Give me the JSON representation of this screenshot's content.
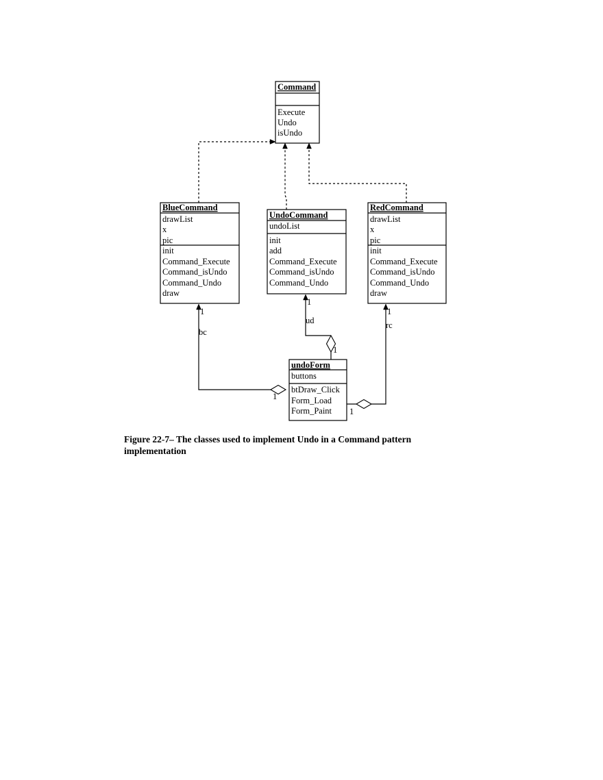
{
  "classes": {
    "command": {
      "name": "Command",
      "attributes": [],
      "methods": [
        "Execute",
        "Undo",
        "isUndo"
      ]
    },
    "blue_command": {
      "name": "BlueCommand",
      "attributes": [
        "drawList",
        "x",
        "pic"
      ],
      "methods": [
        "init",
        "Command_Execute",
        "Command_isUndo",
        "Command_Undo",
        "draw"
      ]
    },
    "undo_command": {
      "name": "UndoCommand",
      "attributes": [
        "undoList"
      ],
      "methods": [
        "init",
        "add",
        "Command_Execute",
        "Command_isUndo",
        "Command_Undo"
      ]
    },
    "red_command": {
      "name": "RedCommand",
      "attributes": [
        "drawList",
        "x",
        "pic"
      ],
      "methods": [
        "init",
        "Command_Execute",
        "Command_isUndo",
        "Command_Undo",
        "draw"
      ]
    },
    "undo_form": {
      "name": "undoForm",
      "attributes": [
        "buttons"
      ],
      "methods": [
        "btDraw_Click",
        "Form_Load",
        "Form_Paint"
      ]
    }
  },
  "relationships": {
    "realizations": [
      {
        "from": "BlueCommand",
        "to": "Command"
      },
      {
        "from": "UndoCommand",
        "to": "Command"
      },
      {
        "from": "RedCommand",
        "to": "Command"
      }
    ],
    "associations": [
      {
        "from": "undoForm",
        "to": "BlueCommand",
        "role": "bc",
        "target_multiplicity": "1",
        "source_multiplicity": "1"
      },
      {
        "from": "undoForm",
        "to": "UndoCommand",
        "role": "ud",
        "target_multiplicity": "1",
        "source_multiplicity": "1"
      },
      {
        "from": "undoForm",
        "to": "RedCommand",
        "role": "rc",
        "target_multiplicity": "1",
        "source_multiplicity": "1"
      }
    ]
  },
  "caption": {
    "line1": "Figure 22-7– The classes used to implement Undo in a Command pattern",
    "line2": "implementation"
  }
}
